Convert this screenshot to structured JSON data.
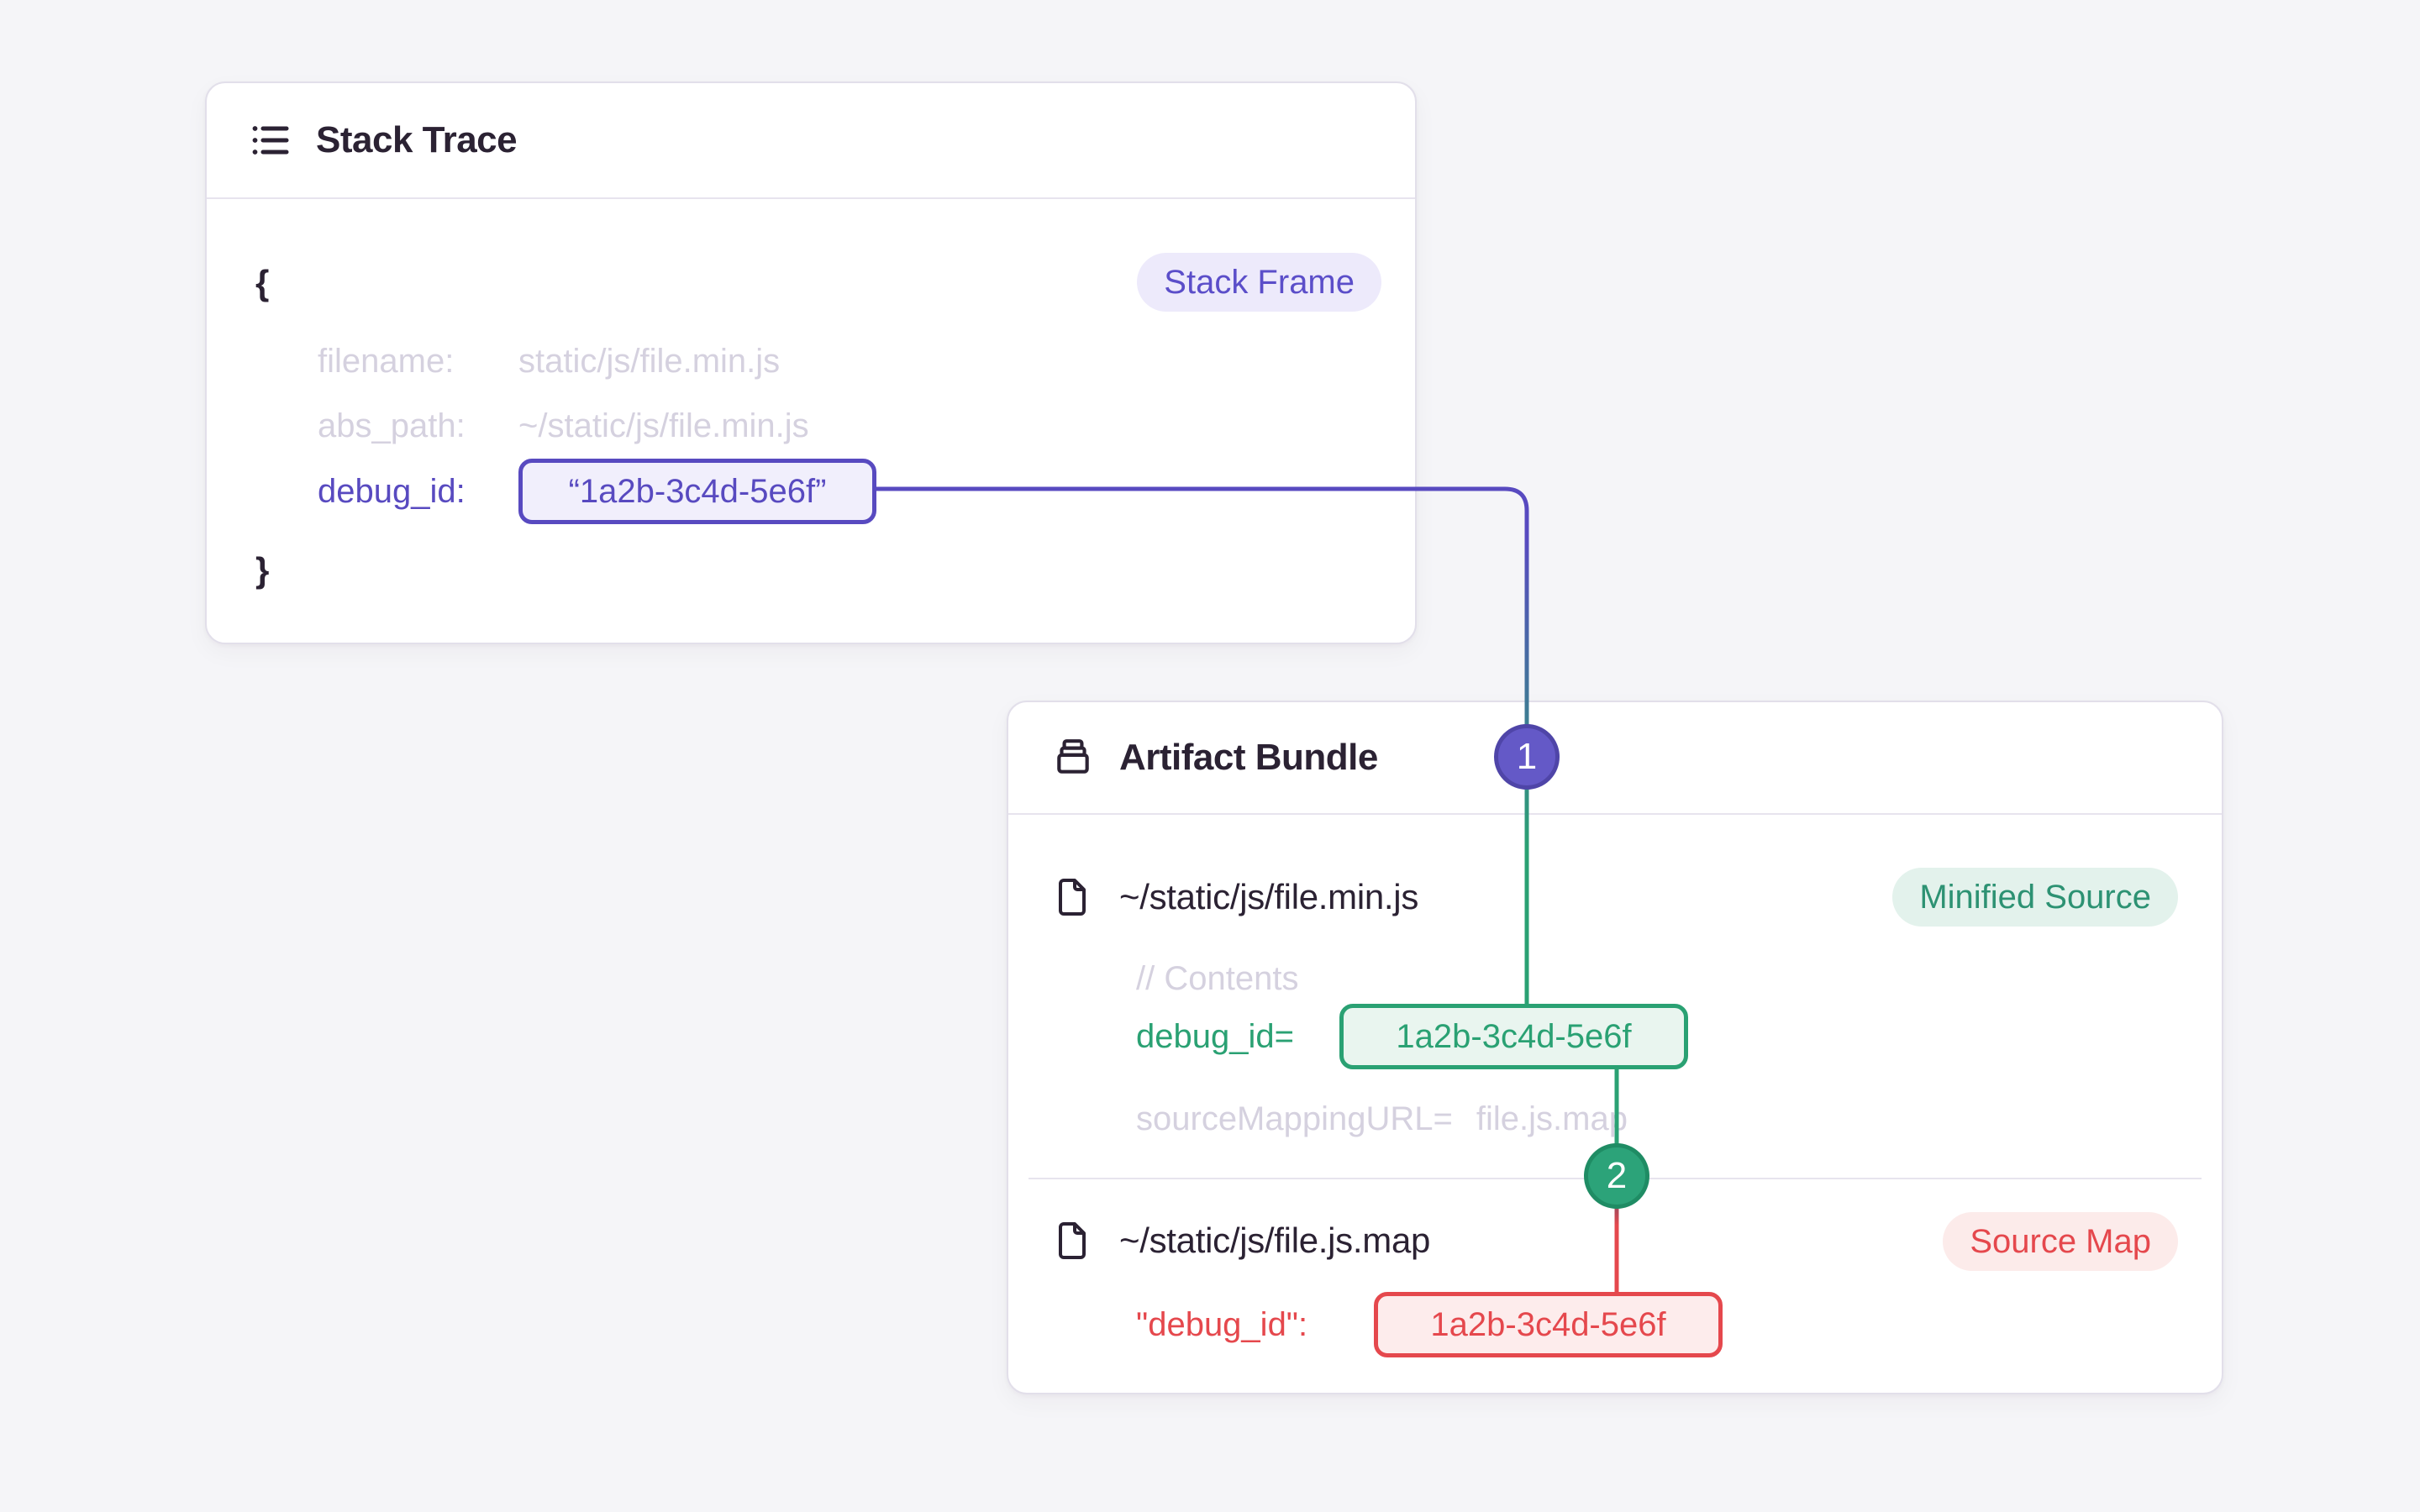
{
  "stack_trace": {
    "title": "Stack Trace",
    "badge": "Stack Frame",
    "brace_open": "{",
    "brace_close": "}",
    "rows": {
      "filename": {
        "key": "filename:",
        "value": "static/js/file.min.js"
      },
      "abs_path": {
        "key": "abs_path:",
        "value": "~/static/js/file.min.js"
      },
      "debug_id": {
        "key": "debug_id:",
        "value": "“1a2b-3c4d-5e6f”"
      }
    }
  },
  "artifact_bundle": {
    "title": "Artifact Bundle",
    "minified_source": {
      "filename": "~/static/js/file.min.js",
      "badge": "Minified Source",
      "comment": "// Contents",
      "debug_key": "debug_id=",
      "debug_value": "1a2b-3c4d-5e6f",
      "source_mapping_key": "sourceMappingURL=",
      "source_mapping_value": "file.js.map"
    },
    "source_map": {
      "filename": "~/static/js/file.js.map",
      "badge": "Source Map",
      "debug_key": "\"debug_id\":",
      "debug_value": "1a2b-3c4d-5e6f"
    }
  },
  "connectors": {
    "step_1": "1",
    "step_2": "2"
  },
  "colors": {
    "purple": "#584ac0",
    "green": "#2aa173",
    "red": "#e5484d",
    "dark_text": "#2b2233",
    "muted_text": "#d5d1df",
    "page_bg": "#f5f5f8"
  }
}
